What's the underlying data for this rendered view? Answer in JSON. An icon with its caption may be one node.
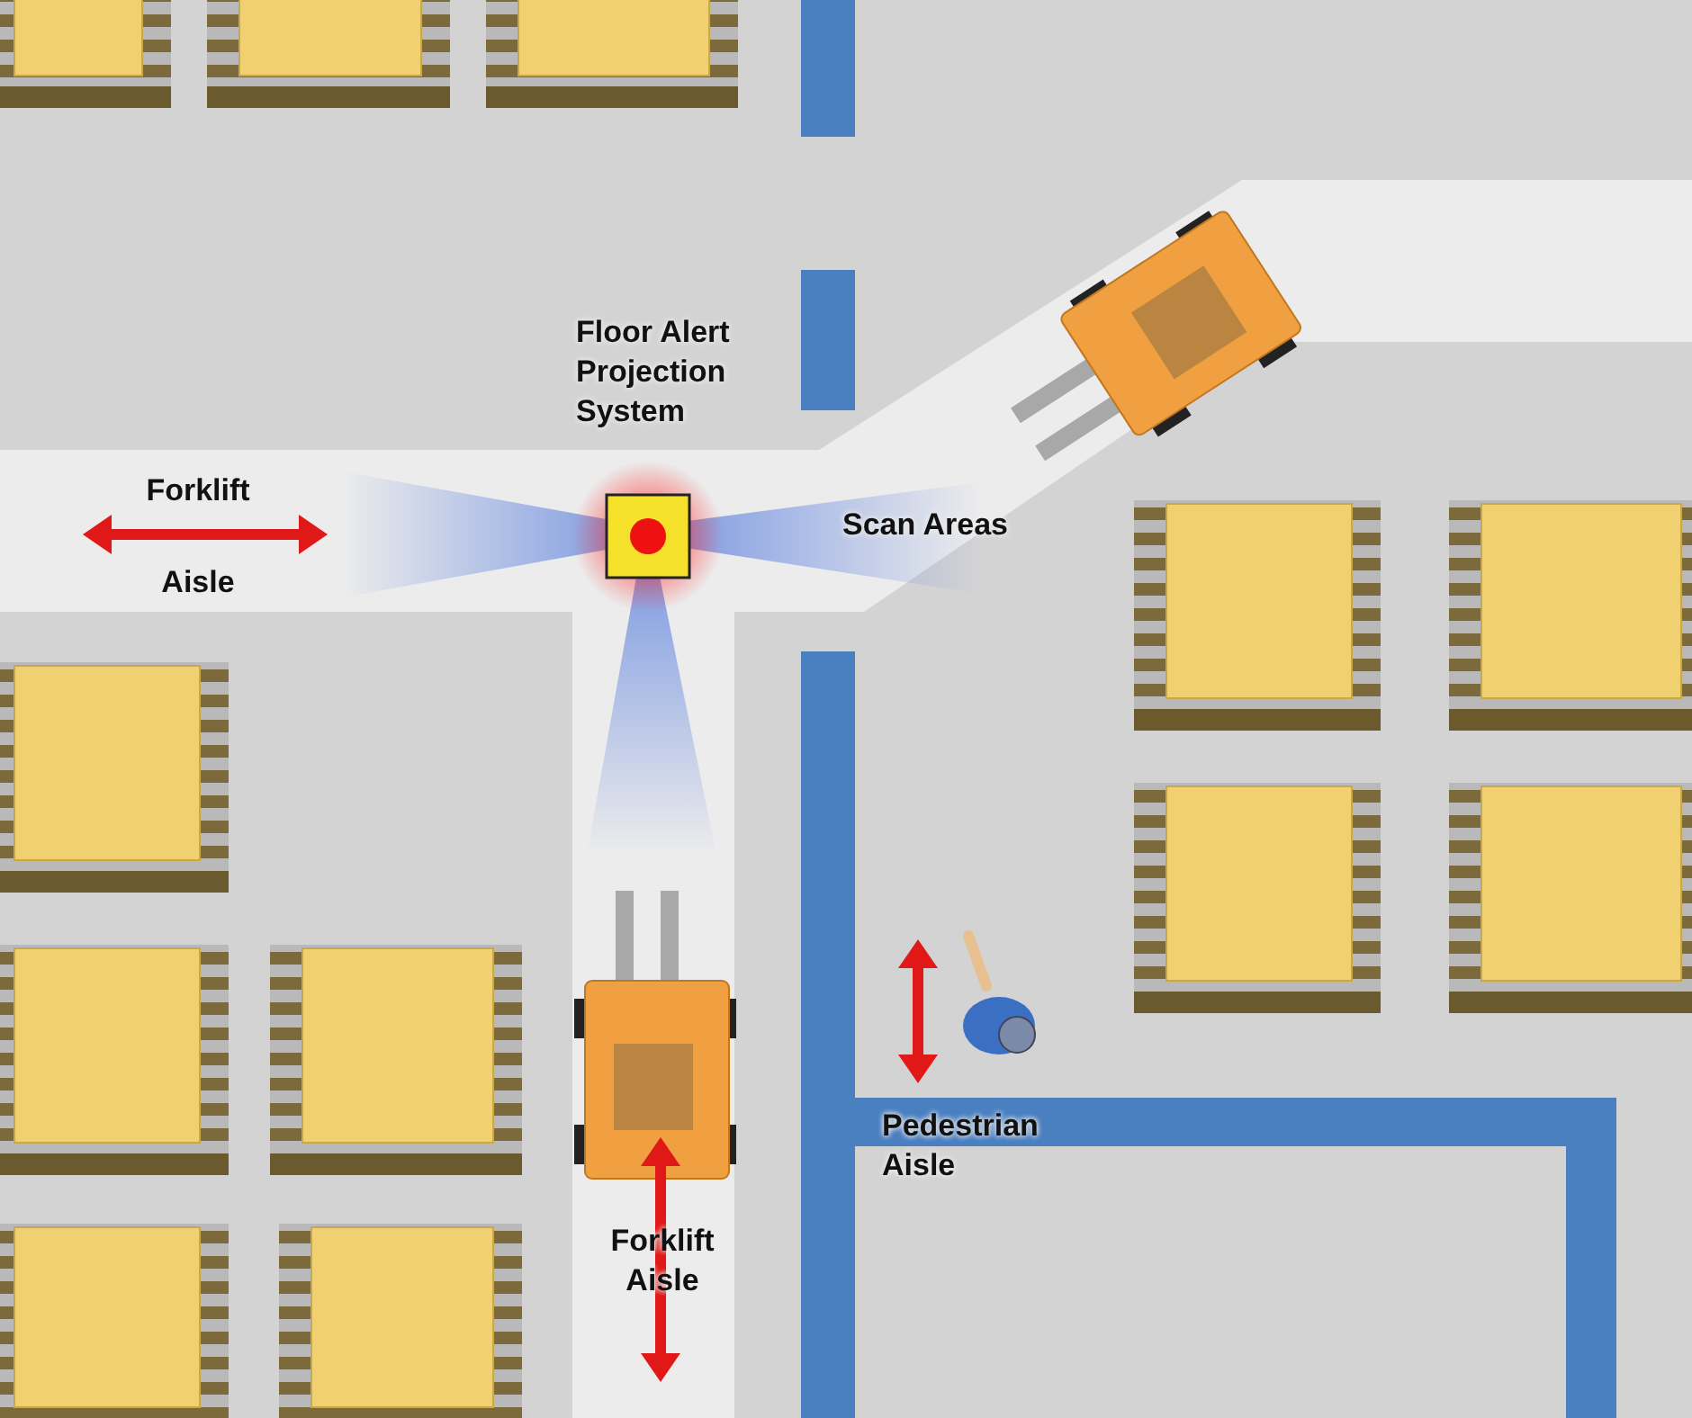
{
  "diagram": {
    "labels": [
      "Floor Alert Projection System",
      "Forklift",
      "Aisle",
      "Scan Areas",
      "Pedestrian Aisle",
      "Forklift Aisle"
    ]
  }
}
